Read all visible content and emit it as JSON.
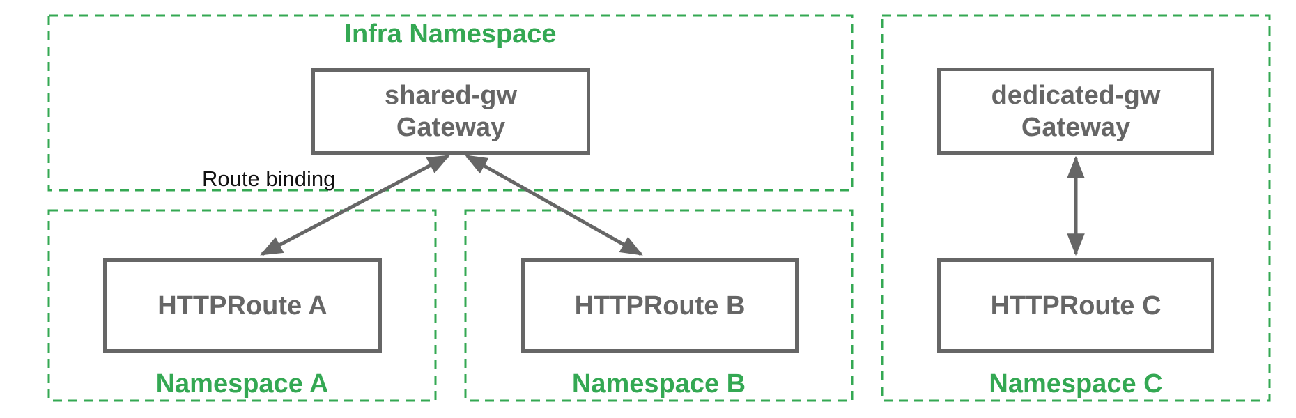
{
  "diagram": {
    "kind": "kubernetes-gateway-api-route-binding",
    "colors": {
      "namespace_border_green": "#34a853",
      "namespace_label_green": "#34a853",
      "node_border_gray": "#666666",
      "node_text_gray": "#666666",
      "arrow_gray": "#666666",
      "annotation_black": "#111111",
      "background": "#ffffff"
    }
  },
  "namespaces": [
    {
      "id": "infra",
      "label": "Infra Namespace"
    },
    {
      "id": "a",
      "label": "Namespace A"
    },
    {
      "id": "b",
      "label": "Namespace B"
    },
    {
      "id": "c",
      "label": "Namespace C"
    }
  ],
  "nodes": {
    "shared_gw": {
      "name": "shared-gw",
      "type": "Gateway",
      "namespace": "Infra Namespace"
    },
    "route_a": {
      "label": "HTTPRoute A",
      "namespace": "Namespace A"
    },
    "route_b": {
      "label": "HTTPRoute B",
      "namespace": "Namespace B"
    },
    "dedicated_gw": {
      "name": "dedicated-gw",
      "type": "Gateway",
      "namespace": "Namespace C"
    },
    "route_c": {
      "label": "HTTPRoute C",
      "namespace": "Namespace C"
    }
  },
  "annotations": {
    "route_binding": "Route binding"
  },
  "edges": [
    {
      "from": "HTTPRoute A",
      "to": "shared-gw Gateway",
      "style": "bidirectional-arrow",
      "label": "Route binding"
    },
    {
      "from": "HTTPRoute B",
      "to": "shared-gw Gateway",
      "style": "bidirectional-arrow",
      "label": ""
    },
    {
      "from": "HTTPRoute C",
      "to": "dedicated-gw Gateway",
      "style": "bidirectional-arrow",
      "label": ""
    }
  ]
}
